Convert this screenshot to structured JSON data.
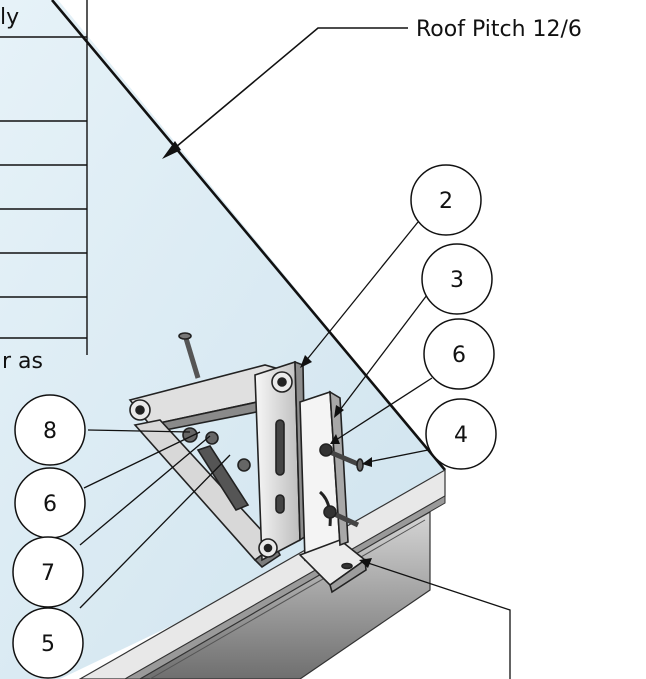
{
  "annotation": {
    "roof_pitch": "Roof Pitch 12/6"
  },
  "table": {
    "row_top_fragment": "ly",
    "row_bottom_fragment": "r as"
  },
  "callouts": {
    "c2": "2",
    "c3": "3",
    "c6_right": "6",
    "c4": "4",
    "c8": "8",
    "c6_left": "6",
    "c7": "7",
    "c5": "5"
  },
  "colors": {
    "roof_fill": "#dfeef6",
    "metal_light": "#f2f2f2",
    "metal_mid": "#c9c9c9",
    "metal_dark": "#7d7d7d",
    "line": "#111111"
  }
}
